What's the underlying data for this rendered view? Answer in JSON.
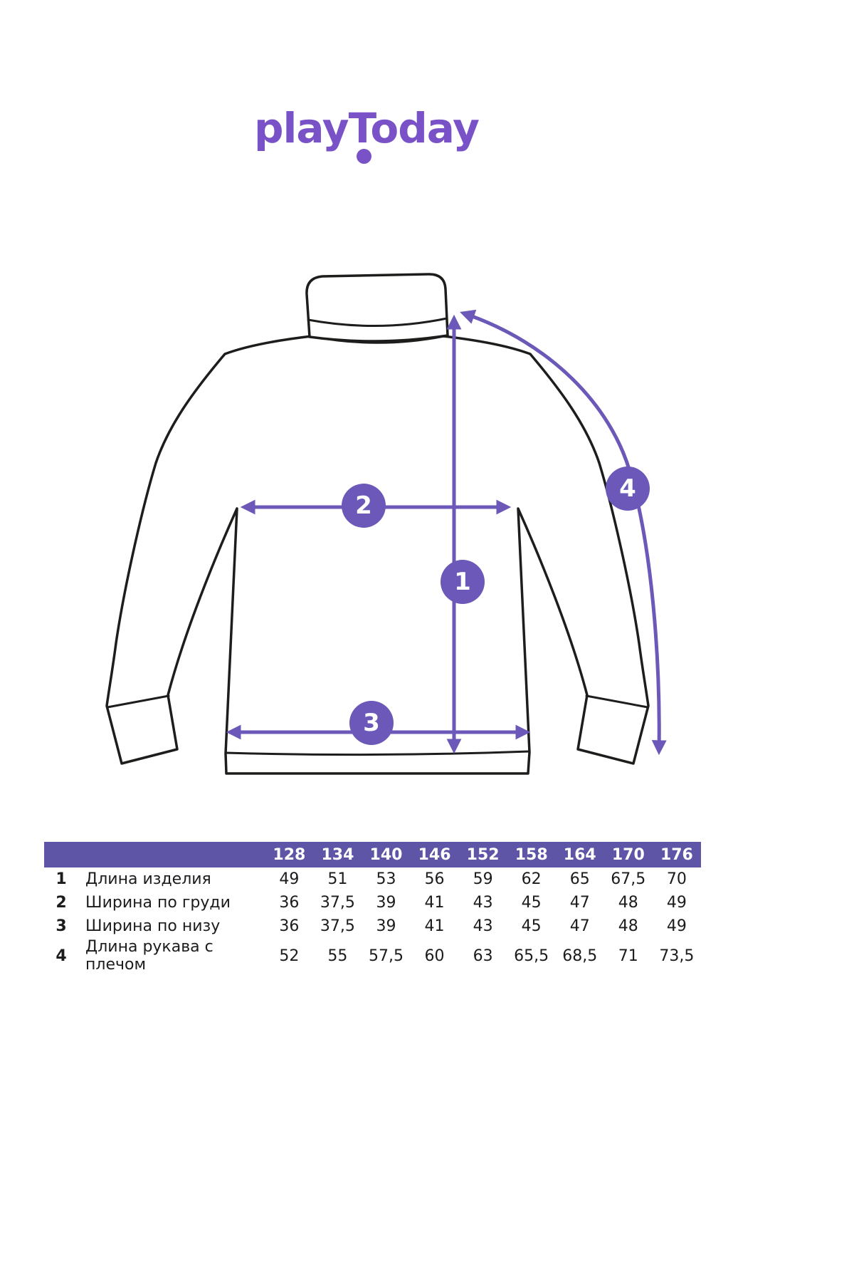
{
  "brand": {
    "name": "playToday",
    "color": "#7A52C7"
  },
  "colors": {
    "accent": "#6B58B8",
    "table_header_bg": "#5F55A6",
    "garment_outline": "#1d1d1b"
  },
  "diagram": {
    "garment": "turtleneck-sweater",
    "markers": [
      "1",
      "2",
      "3",
      "4"
    ]
  },
  "table": {
    "sizes": [
      "128",
      "134",
      "140",
      "146",
      "152",
      "158",
      "164",
      "170",
      "176"
    ],
    "rows": [
      {
        "num": "1",
        "label": "Длина изделия",
        "values": [
          "49",
          "51",
          "53",
          "56",
          "59",
          "62",
          "65",
          "67,5",
          "70"
        ]
      },
      {
        "num": "2",
        "label": "Ширина по груди",
        "values": [
          "36",
          "37,5",
          "39",
          "41",
          "43",
          "45",
          "47",
          "48",
          "49"
        ]
      },
      {
        "num": "3",
        "label": "Ширина по низу",
        "values": [
          "36",
          "37,5",
          "39",
          "41",
          "43",
          "45",
          "47",
          "48",
          "49"
        ]
      },
      {
        "num": "4",
        "label": "Длина рукава с плечом",
        "values": [
          "52",
          "55",
          "57,5",
          "60",
          "63",
          "65,5",
          "68,5",
          "71",
          "73,5"
        ]
      }
    ]
  }
}
